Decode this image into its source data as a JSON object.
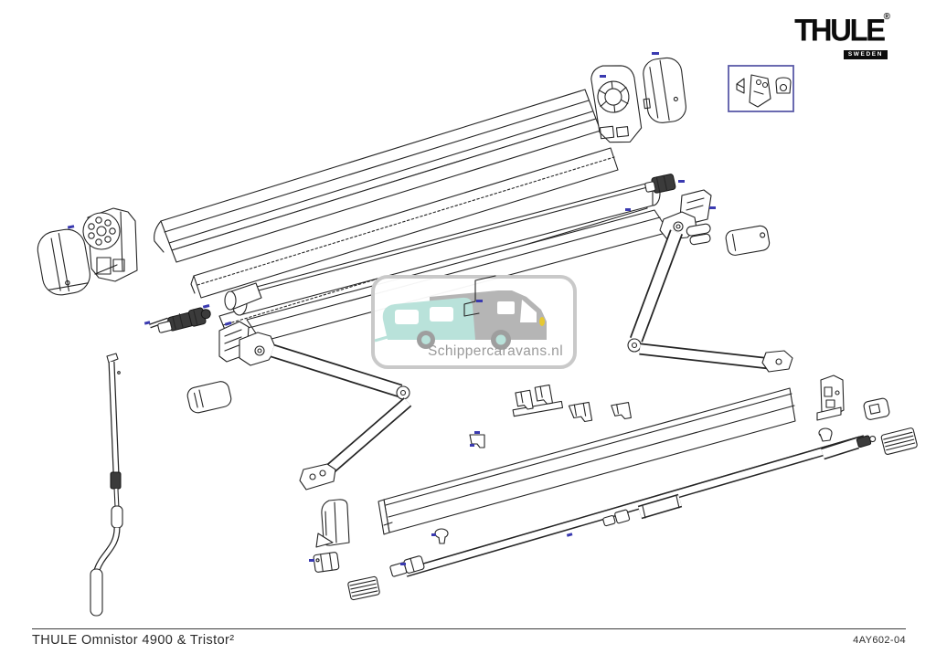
{
  "header": {
    "brand": "THULE",
    "registered": "®",
    "brand_sub": "SWEDEN"
  },
  "footer": {
    "title": "THULE Omnistor 4900 & Tristor²",
    "drawing_number": "4AY602-04"
  },
  "watermark": {
    "text": "Schippercaravans.nl"
  },
  "diagram": {
    "description": "Exploded parts drawing of the Thule Omnistor 4900 & Tristor2 awning",
    "colors": {
      "line": "#252525",
      "accent_blue": "#3a3ab0",
      "detail_box_border": "#5a5aa8",
      "watermark_teal": "#b9e2da",
      "watermark_gray": "#b5b5b5",
      "watermark_text": "#9a9a9a",
      "headlight_yellow": "#e6c832"
    },
    "parts": [
      "left-end-cap-cover",
      "gear-drive-unit",
      "motor-drive-assembly",
      "cassette-lid-profile",
      "cassette-back-profile",
      "fabric-sheet-upper",
      "fabric-roller-tube",
      "fabric-sheet-lower",
      "roller-end-cylinder",
      "left-mounting-plate",
      "left-spring-arm",
      "arm-cover-cap",
      "crank-handle",
      "crank-hook",
      "right-mounting-bracket",
      "right-tension-plate",
      "right-spring-arm",
      "right-cover-plate",
      "right-gear-end-cap",
      "right-end-cap-cover",
      "bracket-detail-box",
      "rail-clamp-plate",
      "rail-clamp-small-1",
      "rail-clamp-small-2",
      "rail-clamp-small-3",
      "lead-rail-profile",
      "lead-rail-end-cap",
      "tension-rafter-tube",
      "rafter-fork-fitting",
      "round-knob",
      "wall-bracket-right",
      "spacer-cylinder",
      "end-cap-screw",
      "ribbed-end-plate-right",
      "ribbed-end-plate-left",
      "junction-box"
    ]
  }
}
